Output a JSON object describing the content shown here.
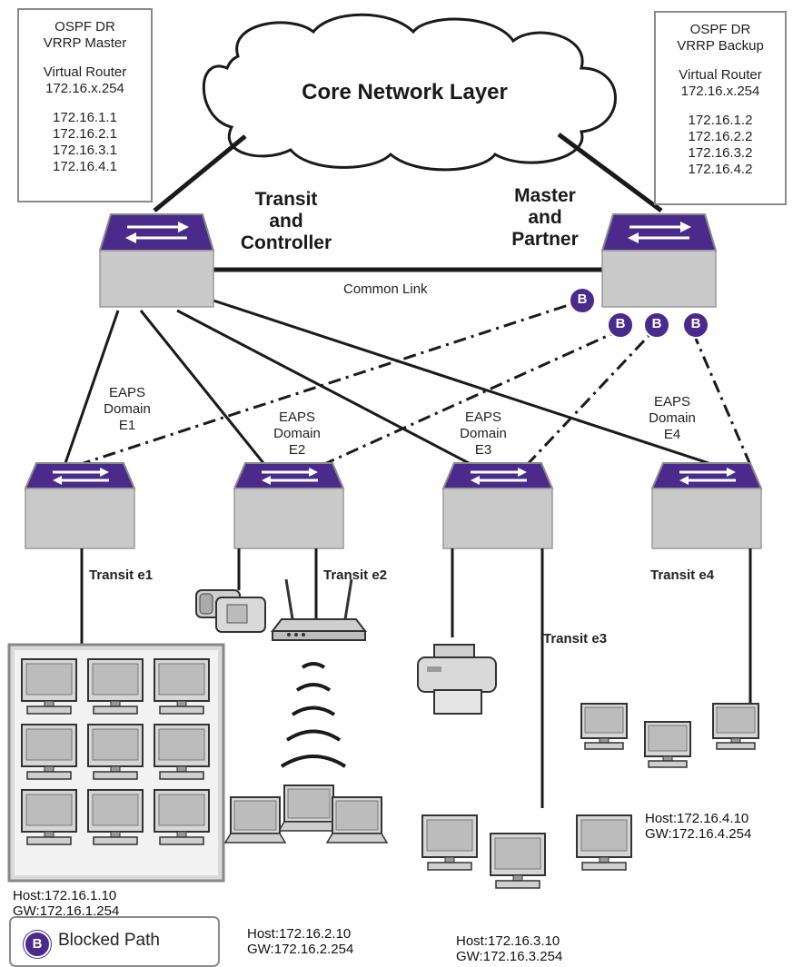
{
  "core": {
    "label": "Core Network Layer"
  },
  "left_box": {
    "lines": [
      "OSPF DR",
      "VRRP Master",
      "",
      "Virtual Router",
      "172.16.x.254",
      "",
      "172.16.1.1",
      "172.16.2.1",
      "172.16.3.1",
      "172.16.4.1"
    ]
  },
  "right_box": {
    "lines": [
      "OSPF DR",
      "VRRP Backup",
      "",
      "Virtual Router",
      "172.16.x.254",
      "",
      "172.16.1.2",
      "172.16.2.2",
      "172.16.3.2",
      "172.16.4.2"
    ]
  },
  "left_switch_label": {
    "l1": "Transit",
    "l2": "and",
    "l3": "Controller"
  },
  "right_switch_label": {
    "l1": "Master",
    "l2": "and",
    "l3": "Partner"
  },
  "common_link": "Common Link",
  "blocked_marker": "B",
  "domains": {
    "e1": {
      "l1": "EAPS",
      "l2": "Domain",
      "l3": "E1"
    },
    "e2": {
      "l1": "EAPS",
      "l2": "Domain",
      "l3": "E2"
    },
    "e3": {
      "l1": "EAPS",
      "l2": "Domain",
      "l3": "E3"
    },
    "e4": {
      "l1": "EAPS",
      "l2": "Domain",
      "l3": "E4"
    }
  },
  "transit": {
    "e1": "Transit e1",
    "e2": "Transit e2",
    "e3": "Transit e3",
    "e4": "Transit e4"
  },
  "hosts": {
    "e1": {
      "host": "Host:172.16.1.10",
      "gw": "GW:172.16.1.254"
    },
    "e2": {
      "host": "Host:172.16.2.10",
      "gw": "GW:172.16.2.254"
    },
    "e3": {
      "host": "Host:172.16.3.10",
      "gw": "GW:172.16.3.254"
    },
    "e4": {
      "host": "Host:172.16.4.10",
      "gw": "GW:172.16.4.254"
    }
  },
  "legend": {
    "label": "Blocked Path"
  },
  "colors": {
    "switch_top": "#4a2b8c",
    "switch_body": "#c9c9c9",
    "blocked": "#4a2b8c",
    "line": "#1a1a1a"
  }
}
